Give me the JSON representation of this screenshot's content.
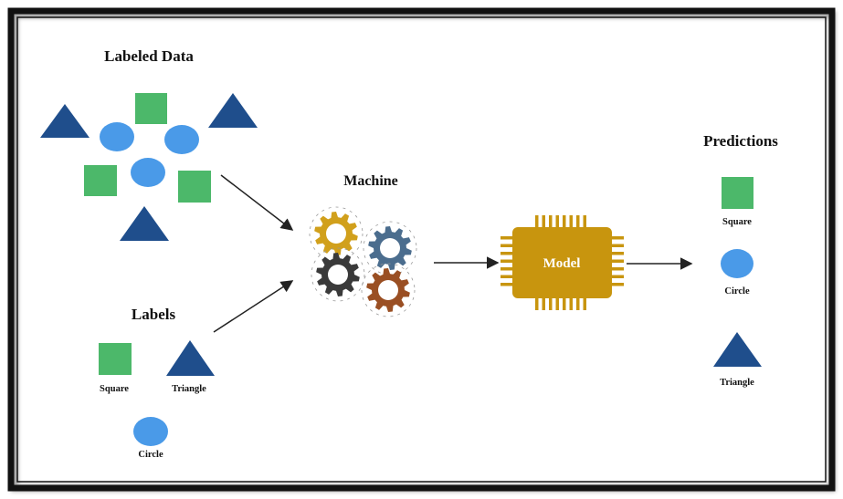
{
  "labeled_data": {
    "title": "Labeled Data"
  },
  "labels": {
    "title": "Labels",
    "items": [
      {
        "text": "Square",
        "shape": "square-icon"
      },
      {
        "text": "Triangle",
        "shape": "triangle-icon"
      },
      {
        "text": "Circle",
        "shape": "circle-icon"
      }
    ]
  },
  "machine": {
    "title": "Machine",
    "gear_colors": [
      "#d1a01c",
      "#4b6d8e",
      "#3a3a3a",
      "#9a4f23"
    ]
  },
  "model": {
    "label": "Model",
    "color": "#c8950e"
  },
  "predictions": {
    "title": "Predictions",
    "items": [
      {
        "text": "Square",
        "shape": "square-icon"
      },
      {
        "text": "Circle",
        "shape": "circle-icon"
      },
      {
        "text": "Triangle",
        "shape": "triangle-icon"
      }
    ]
  },
  "colors": {
    "square": "#4cb86a",
    "circle": "#4a9ae8",
    "triangle": "#1f4e8c",
    "frame": "#111111",
    "arrow": "#222222"
  }
}
